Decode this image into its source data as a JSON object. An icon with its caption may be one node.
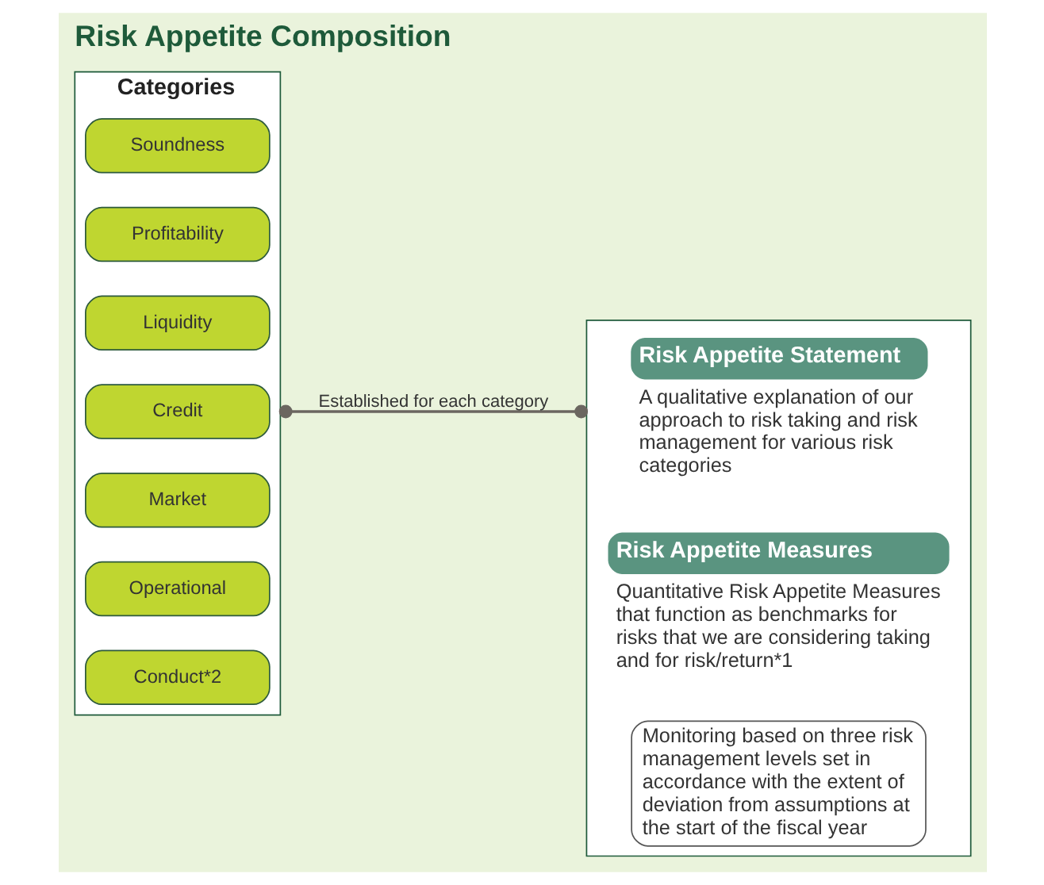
{
  "diagram": {
    "title": "Risk Appetite Composition",
    "nodes": [
      {
        "text": [
          "Categories"
        ]
      },
      {
        "text": [
          "Soundness"
        ],
        "in": 0
      },
      {
        "text": [
          "Profitability"
        ],
        "in": 0
      },
      {
        "text": [
          "Liquidity"
        ],
        "in": 0
      },
      {
        "text": [
          "Credit"
        ],
        "in": 0
      },
      {
        "text": [
          "Market"
        ],
        "in": 0
      },
      {
        "text": [
          "Operational"
        ],
        "in": 0
      },
      {
        "text": [
          "Conduct*2"
        ],
        "in": 0
      },
      {
        "text": [],
        "shape": "box"
      },
      {
        "text": [
          "Risk Appetite Statement",
          "A qualitative explanation of our approach to risk taking and risk management for various risk categories"
        ],
        "in": 8
      },
      {
        "text": [
          "Risk Appetite Measures",
          "Quantitative Risk Appetite Measures that function as benchmarks for risks that we are considering taking and for risk/return*1"
        ],
        "in": 8
      },
      {
        "text": [
          "Monitoring based on three risk management levels set in accordance with the extent of deviation from assumptions at the start of the fiscal year"
        ],
        "in": 8
      }
    ],
    "edges": [
      {
        "from": 0,
        "to": 8,
        "arrow": "other",
        "label": "Established for each category"
      }
    ]
  }
}
